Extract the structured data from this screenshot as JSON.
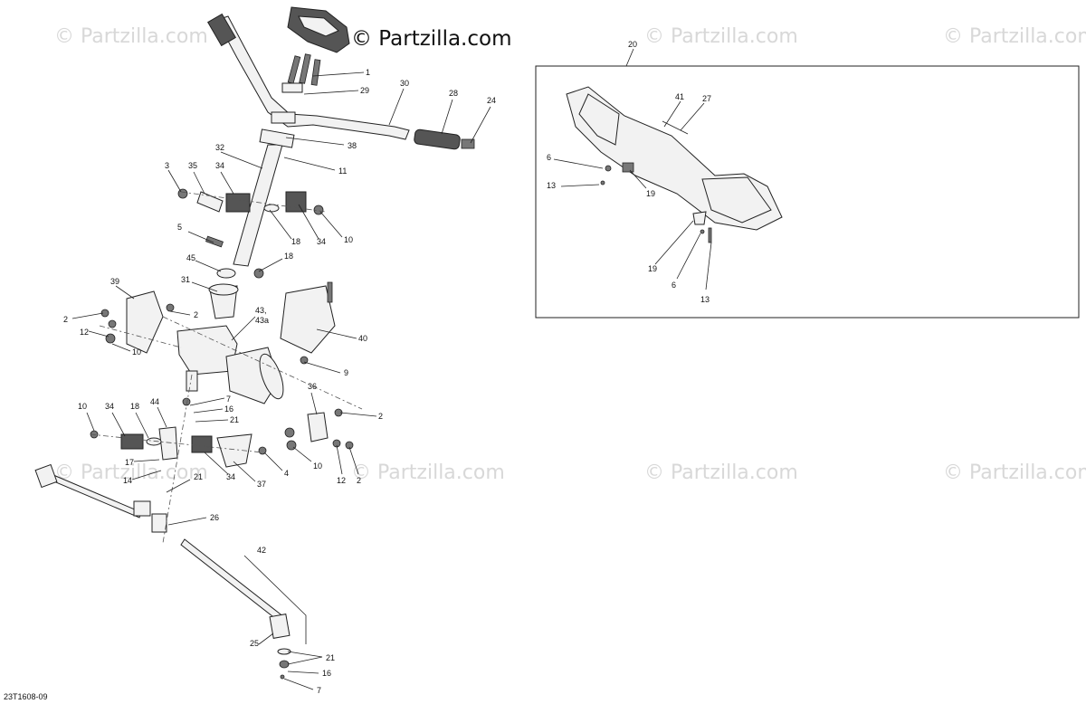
{
  "watermark": {
    "text": "© Partzilla.com"
  },
  "brand": {
    "text": "© Partzilla.com"
  },
  "doc_id": "23T1608-09",
  "inset": {
    "callout": "20"
  },
  "callouts": {
    "c1": "1",
    "c29": "29",
    "c30": "30",
    "c28": "28",
    "c24": "24",
    "c38": "38",
    "c11": "11",
    "c32": "32",
    "c3": "3",
    "c35": "35",
    "c34a": "34",
    "c18a": "18",
    "c34b": "34",
    "c10a": "10",
    "c5": "5",
    "c45": "45",
    "c18b": "18",
    "c31": "31",
    "c39": "39",
    "c2a": "2",
    "c2b": "2",
    "c12a": "12",
    "c10b": "10",
    "c43": "43,",
    "c43a": "43a",
    "c40": "40",
    "c9": "9",
    "c36": "36",
    "c2c": "2",
    "c10c": "10",
    "c34c": "34",
    "c18c": "18",
    "c44": "44",
    "c7a": "7",
    "c16a": "16",
    "c21a": "21",
    "c17": "17",
    "c14": "14",
    "c21b": "21",
    "c34d": "34",
    "c37": "37",
    "c4": "4",
    "c10d": "10",
    "c12b": "12",
    "c2d": "2",
    "c26": "26",
    "c42": "42",
    "c25": "25",
    "c21c": "21",
    "c16b": "16",
    "c7b": "7",
    "i41": "41",
    "i27": "27",
    "i6a": "6",
    "i13a": "13",
    "i19a": "19",
    "i19b": "19",
    "i6b": "6",
    "i13b": "13"
  }
}
